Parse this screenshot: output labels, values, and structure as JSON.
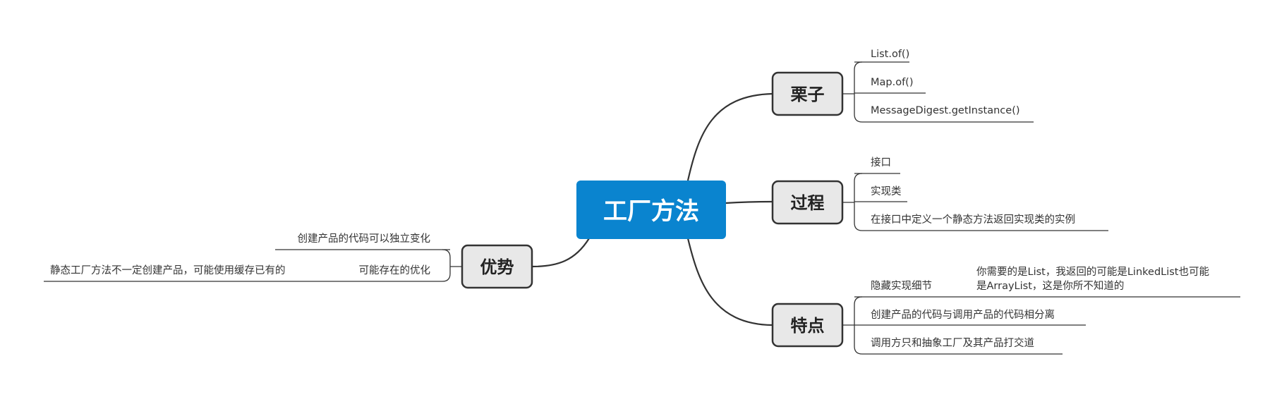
{
  "root": {
    "label": "工厂方法"
  },
  "branches": {
    "examples": {
      "label": "栗子",
      "items": [
        "List.of()",
        "Map.of()",
        "MessageDigest.getInstance()"
      ]
    },
    "process": {
      "label": "过程",
      "items": [
        "接口",
        "实现类",
        "在接口中定义一个静态方法返回实现类的实例"
      ]
    },
    "features": {
      "label": "特点",
      "hide_detail": {
        "label": "隐藏实现细节",
        "note_line1": "你需要的是List，我返回的可能是LinkedList也可能",
        "note_line2": "是ArrayList，这是你所不知道的"
      },
      "items": [
        "创建产品的代码与调用产品的代码相分离",
        "调用方只和抽象工厂及其产品打交道"
      ]
    },
    "advantages": {
      "label": "优势",
      "items": [
        "创建产品的代码可以独立变化"
      ],
      "optimization": {
        "label": "可能存在的优化",
        "detail": "静态工厂方法不一定创建产品，可能使用缓存已有的"
      }
    }
  }
}
